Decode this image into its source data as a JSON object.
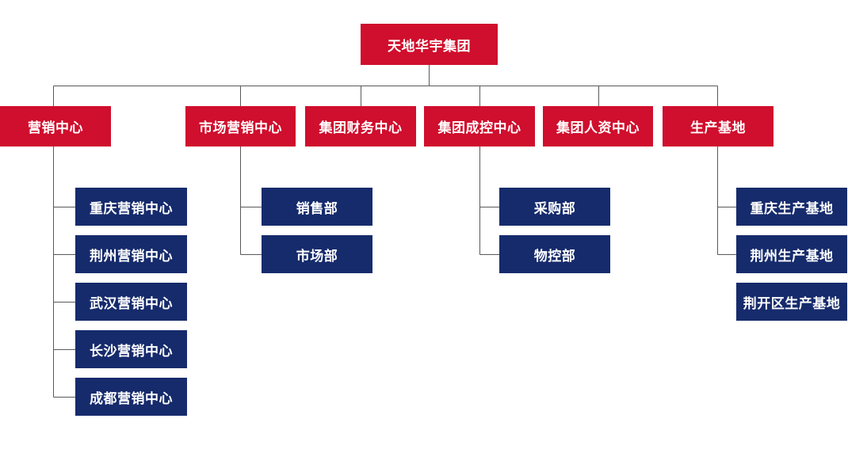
{
  "org": {
    "root": {
      "label": "天地华宇集团"
    },
    "divisions": [
      {
        "label": "营销中心",
        "children": [
          "重庆营销中心",
          "荆州营销中心",
          "武汉营销中心",
          "长沙营销中心",
          "成都营销中心"
        ]
      },
      {
        "label": "市场营销中心",
        "children": [
          "销售部",
          "市场部"
        ]
      },
      {
        "label": "集团财务中心",
        "children": []
      },
      {
        "label": "集团成控中心",
        "children": [
          "采购部",
          "物控部"
        ]
      },
      {
        "label": "集团人资中心",
        "children": []
      },
      {
        "label": "生产基地",
        "children": [
          "重庆生产基地",
          "荆州生产基地",
          "荆开区生产基地"
        ]
      }
    ]
  },
  "colors": {
    "root_fill": "#d00e2d",
    "division_fill": "#d00e2d",
    "department_fill": "#162b6c",
    "text": "#ffffff",
    "connector": "#595959",
    "background": "#ffffff"
  }
}
